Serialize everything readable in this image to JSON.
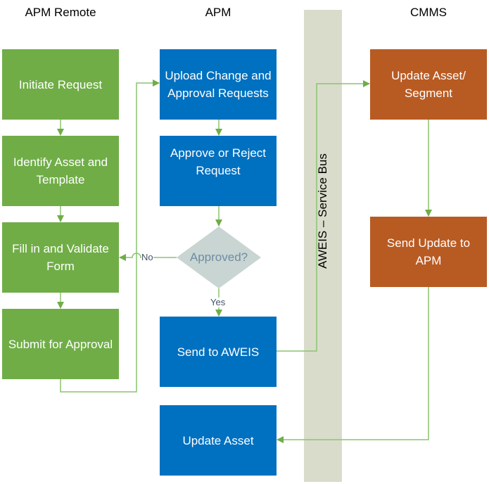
{
  "lanes": {
    "apm_remote": "APM Remote",
    "apm": "APM",
    "cmms": "CMMS",
    "service_bus": "AWEIS – Service Bus"
  },
  "steps": {
    "initiate": "Initiate Request",
    "identify": "Identify Asset and Template",
    "fill": "Fill in and Validate Form",
    "submit": "Submit for Approval",
    "upload": "Upload Change and Approval Requests",
    "approve": "Approve or Reject Request",
    "decision": "Approved?",
    "send_aweis": "Send to AWEIS",
    "update_asset": "Update Asset",
    "update_segment": "Update Asset/ Segment",
    "send_update": "Send Update to APM"
  },
  "edges": {
    "no": "No",
    "yes": "Yes"
  },
  "colors": {
    "apm_remote": "#70ad47",
    "apm": "#0070c0",
    "cmms": "#b85b23",
    "service_bus": "#d9dccb",
    "connector": "#8cc36f",
    "decision": "#c9d5d2"
  }
}
